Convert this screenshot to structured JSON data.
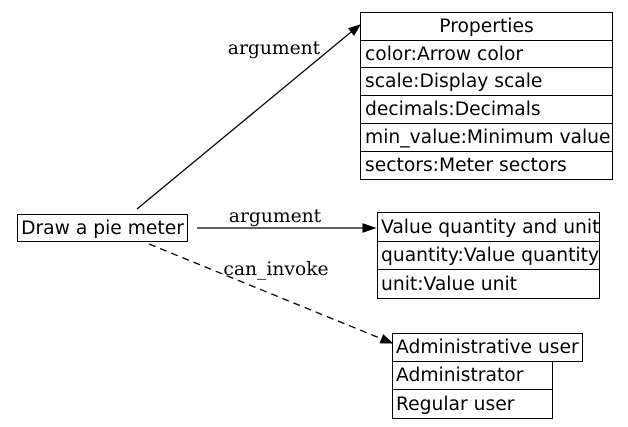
{
  "node": {
    "label": "Draw a pie meter"
  },
  "tables": {
    "properties": {
      "header": "Properties",
      "rows": [
        "color:Arrow color",
        "scale:Display scale",
        "decimals:Decimals",
        "min_value:Minimum value",
        "sectors:Meter sectors"
      ]
    },
    "value": {
      "header": "Value quantity and unit",
      "rows": [
        "quantity:Value quantity",
        "unit:Value unit"
      ]
    },
    "admin": {
      "header": "Administrative user",
      "rows": [
        "Administrator",
        "Regular user"
      ]
    }
  },
  "edges": {
    "to_properties": {
      "label": "argument",
      "style": "solid"
    },
    "to_value": {
      "label": "argument",
      "style": "solid"
    },
    "to_admin": {
      "label": "can_invoke",
      "style": "dashed"
    }
  },
  "colors": {
    "background": "#ffffff",
    "stroke": "#000000",
    "text": "#000000"
  }
}
